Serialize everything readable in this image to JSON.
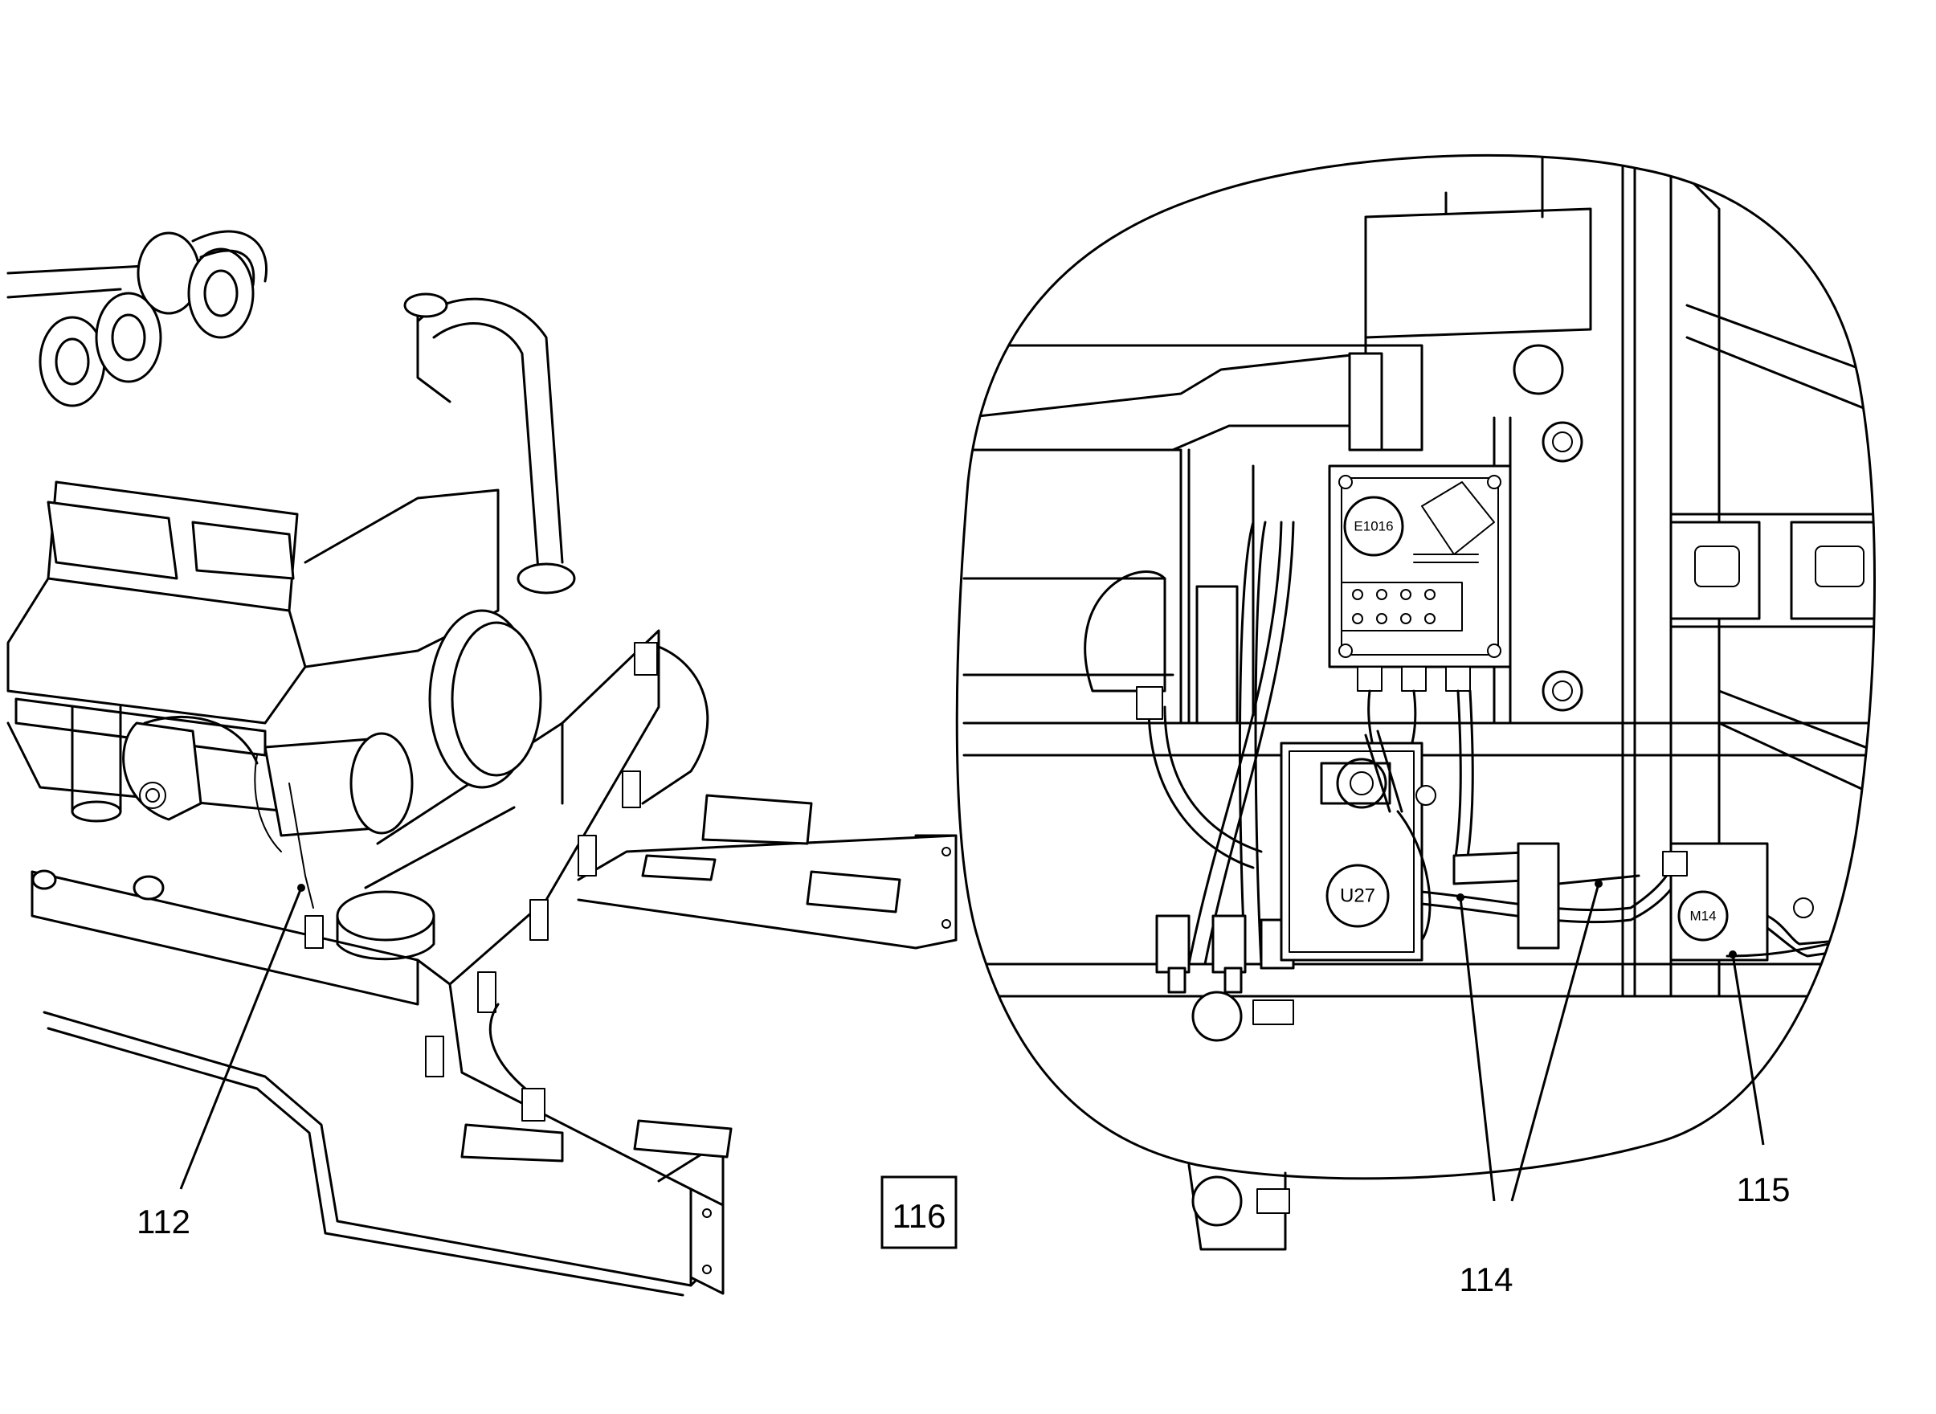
{
  "figure_number": "116",
  "callouts": {
    "c112": "112",
    "c114": "114",
    "c115": "115"
  },
  "component_tags": {
    "e1016": "E1016",
    "u27": "U27",
    "m14": "M14"
  }
}
